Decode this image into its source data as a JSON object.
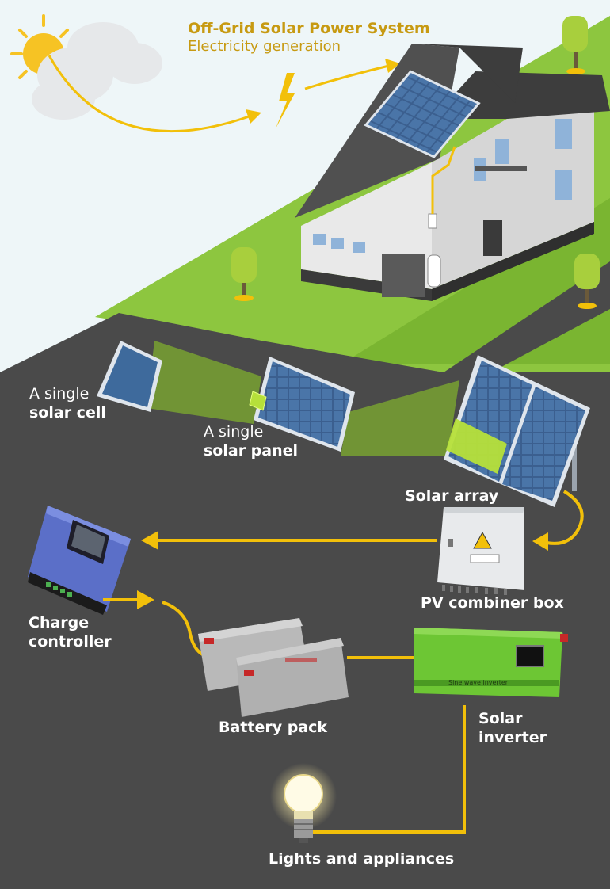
{
  "header": {
    "title": "Off-Grid Solar Power System",
    "subtitle": "Electricity generation"
  },
  "labels": {
    "solar_cell": {
      "prefix": "A single",
      "name": "solar cell"
    },
    "solar_panel": {
      "prefix": "A single",
      "name": "solar panel"
    },
    "solar_array": "Solar array",
    "pv_combiner_box": "PV combiner box",
    "charge_controller": [
      "Charge",
      "controller"
    ],
    "battery_pack": "Battery pack",
    "solar_inverter": [
      "Solar",
      "inverter"
    ],
    "lights_appliances": "Lights and appliances"
  },
  "device_text": {
    "inverter_strip": "Sine wave inverter"
  },
  "colors": {
    "sky": "#eef6f8",
    "grass": "#8dc63f",
    "road": "#4a4a4a",
    "wire": "#f2c00a",
    "title": "#c79a12",
    "panel_blue": "#3b5f8f",
    "highlight_green": "#b6e03a"
  }
}
